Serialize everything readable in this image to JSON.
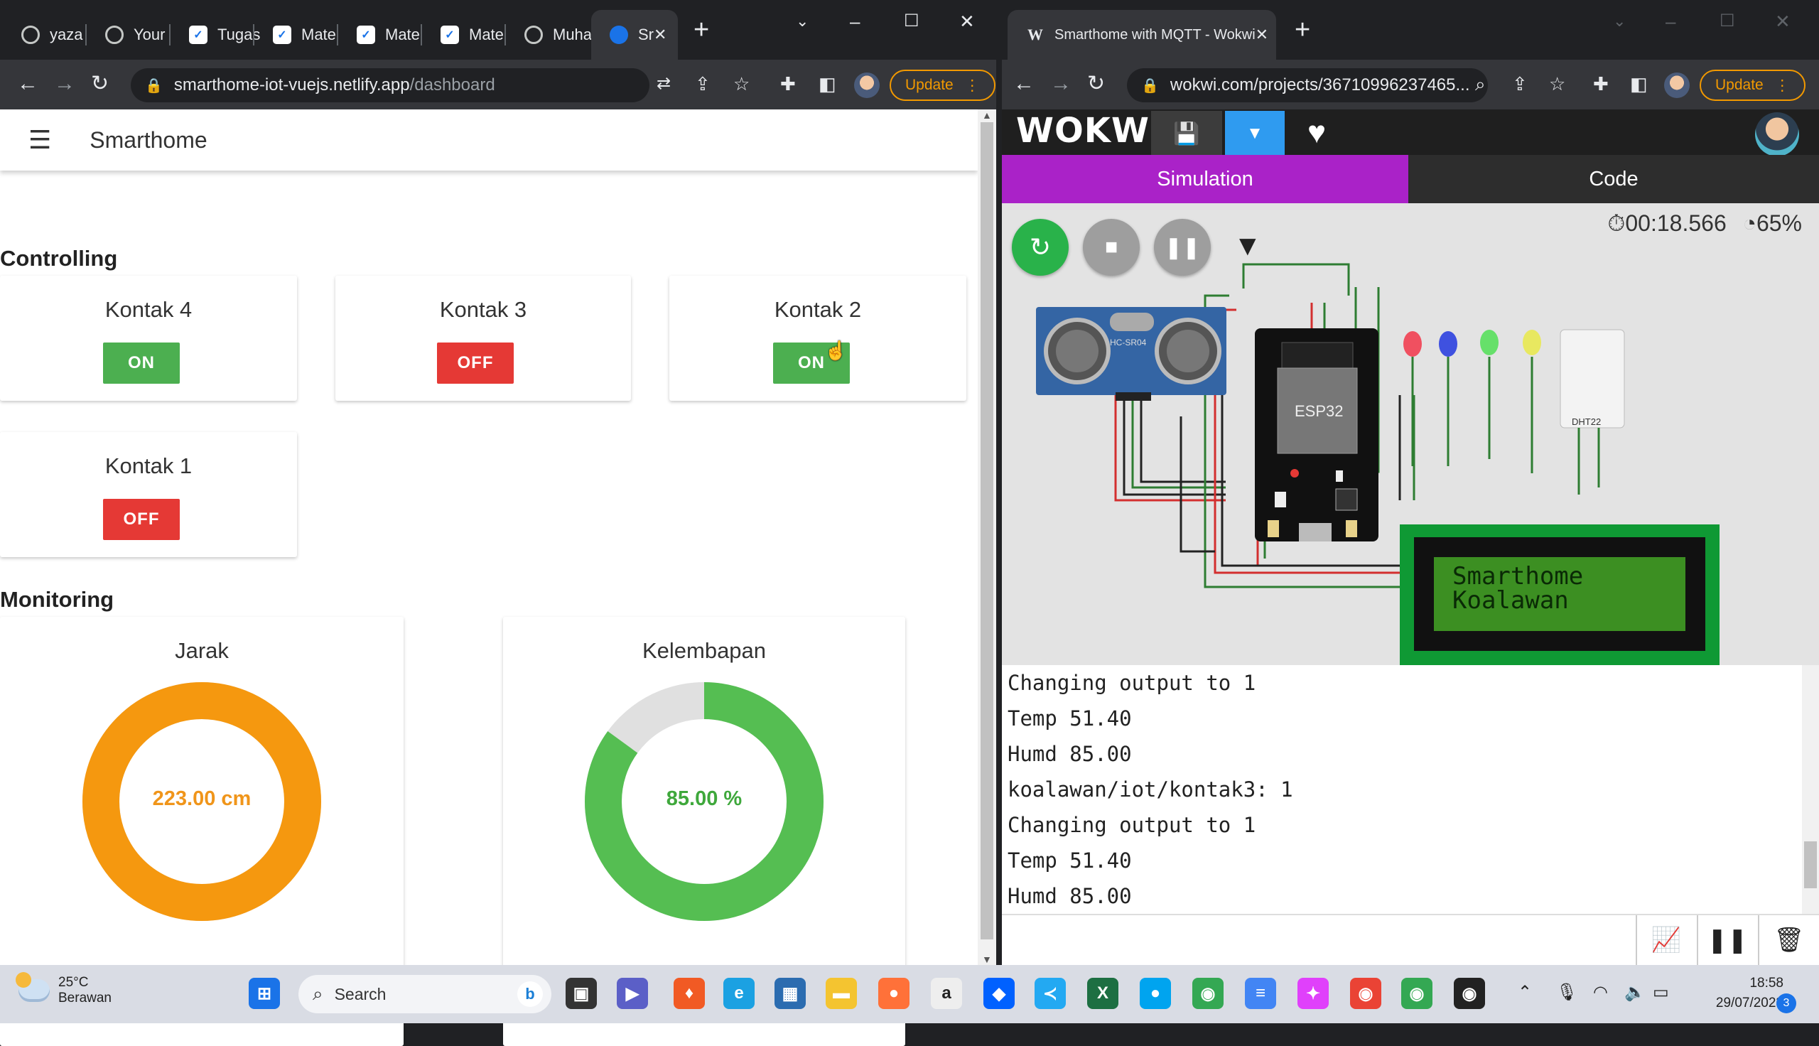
{
  "left_browser": {
    "tabs": [
      {
        "label": "yaza",
        "icon": "github-icon"
      },
      {
        "label": "Your",
        "icon": "github-icon"
      },
      {
        "label": "Tugas",
        "icon": "doc-icon"
      },
      {
        "label": "Mate",
        "icon": "doc-icon"
      },
      {
        "label": "Mate",
        "icon": "doc-icon"
      },
      {
        "label": "Mate",
        "icon": "doc-icon"
      },
      {
        "label": "Muha",
        "icon": "github-icon"
      },
      {
        "label": "Sr",
        "icon": "smarthome-icon",
        "active": true
      }
    ],
    "url_host": "smarthome-iot-vuejs.netlify.app",
    "url_path": "/dashboard",
    "update_label": "Update"
  },
  "smarthome": {
    "title": "Smarthome",
    "controlling_label": "Controlling",
    "monitoring_label": "Monitoring",
    "switches": [
      {
        "name": "Kontak 4",
        "state": "ON"
      },
      {
        "name": "Kontak 3",
        "state": "OFF"
      },
      {
        "name": "Kontak 2",
        "state": "ON"
      },
      {
        "name": "Kontak 1",
        "state": "OFF"
      }
    ],
    "gauges": [
      {
        "title": "Jarak",
        "value_label": "223.00 cm",
        "fraction": 1.0,
        "color": "#f5980f"
      },
      {
        "title": "Kelembapan",
        "value_label": "85.00 %",
        "fraction": 0.85,
        "color": "#55be52"
      }
    ]
  },
  "right_browser": {
    "tab_title": "Smarthome with MQTT - Wokwi",
    "url": "wokwi.com/projects/36710996237465...",
    "update_label": "Update"
  },
  "wokwi": {
    "logo": "WOKWi",
    "tab_simulation": "Simulation",
    "tab_code": "Code",
    "timer": "00:18.566",
    "speed": "65%",
    "lcd_line1": "Smarthome",
    "lcd_line2": "Koalawan",
    "chip_label": "ESP32",
    "sensor_label": "HC-SR04",
    "dht_label": "DHT22",
    "console_lines": [
      "Changing output to 1",
      "Temp 51.40",
      "Humd 85.00",
      "koalawan/iot/kontak3: 1",
      "Changing output to 1",
      "Temp 51.40",
      "Humd 85.00"
    ]
  },
  "taskbar": {
    "temperature": "25°C",
    "condition": "Berawan",
    "search_placeholder": "Search",
    "time": "18:58",
    "date": "29/07/2023",
    "notifications": "3"
  },
  "colors": {
    "on": "#4caf50",
    "off": "#e53935",
    "wokwi_sim_tab": "#aa22c8",
    "update": "#f29900"
  }
}
